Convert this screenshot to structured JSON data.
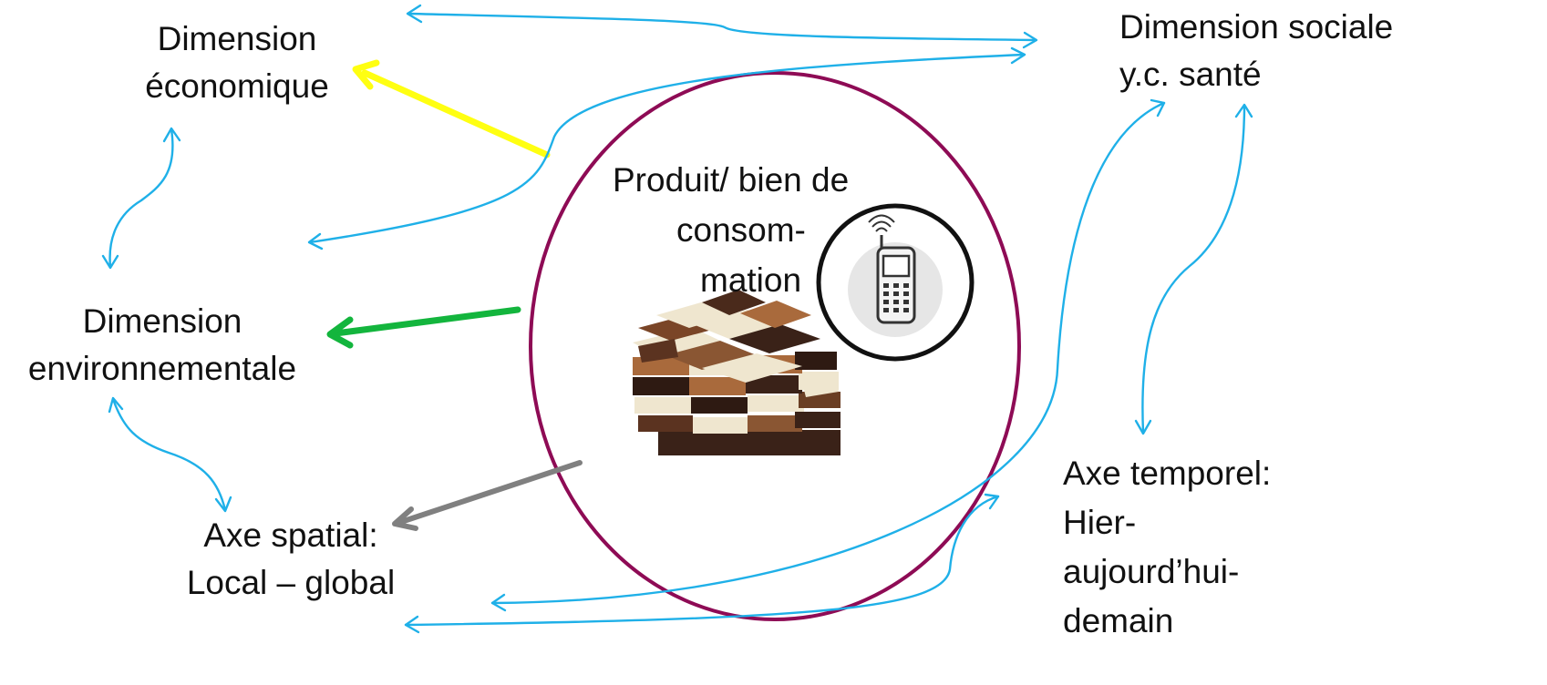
{
  "nodes": {
    "economic": [
      "Dimension",
      "économique"
    ],
    "social": [
      "Dimension sociale",
      "y.c. santé"
    ],
    "environmental": [
      "Dimension",
      "environnementale"
    ],
    "spatial": [
      "Axe spatial:",
      "Local – global"
    ],
    "temporal": [
      "Axe temporel:",
      "Hier-",
      "aujourd’hui-",
      "demain"
    ],
    "product": [
      "Produit/ bien de",
      "consom-",
      "mation"
    ]
  },
  "images": {
    "phone": "mobile-phone-icon",
    "chocolate": "chocolate-bar-stack"
  },
  "colors": {
    "circle": "#8e0b55",
    "connector": "#1fb0e8",
    "economic_arrow": "#ffff11",
    "environmental_arrow": "#13b53d",
    "spatial_arrow": "#808080"
  }
}
